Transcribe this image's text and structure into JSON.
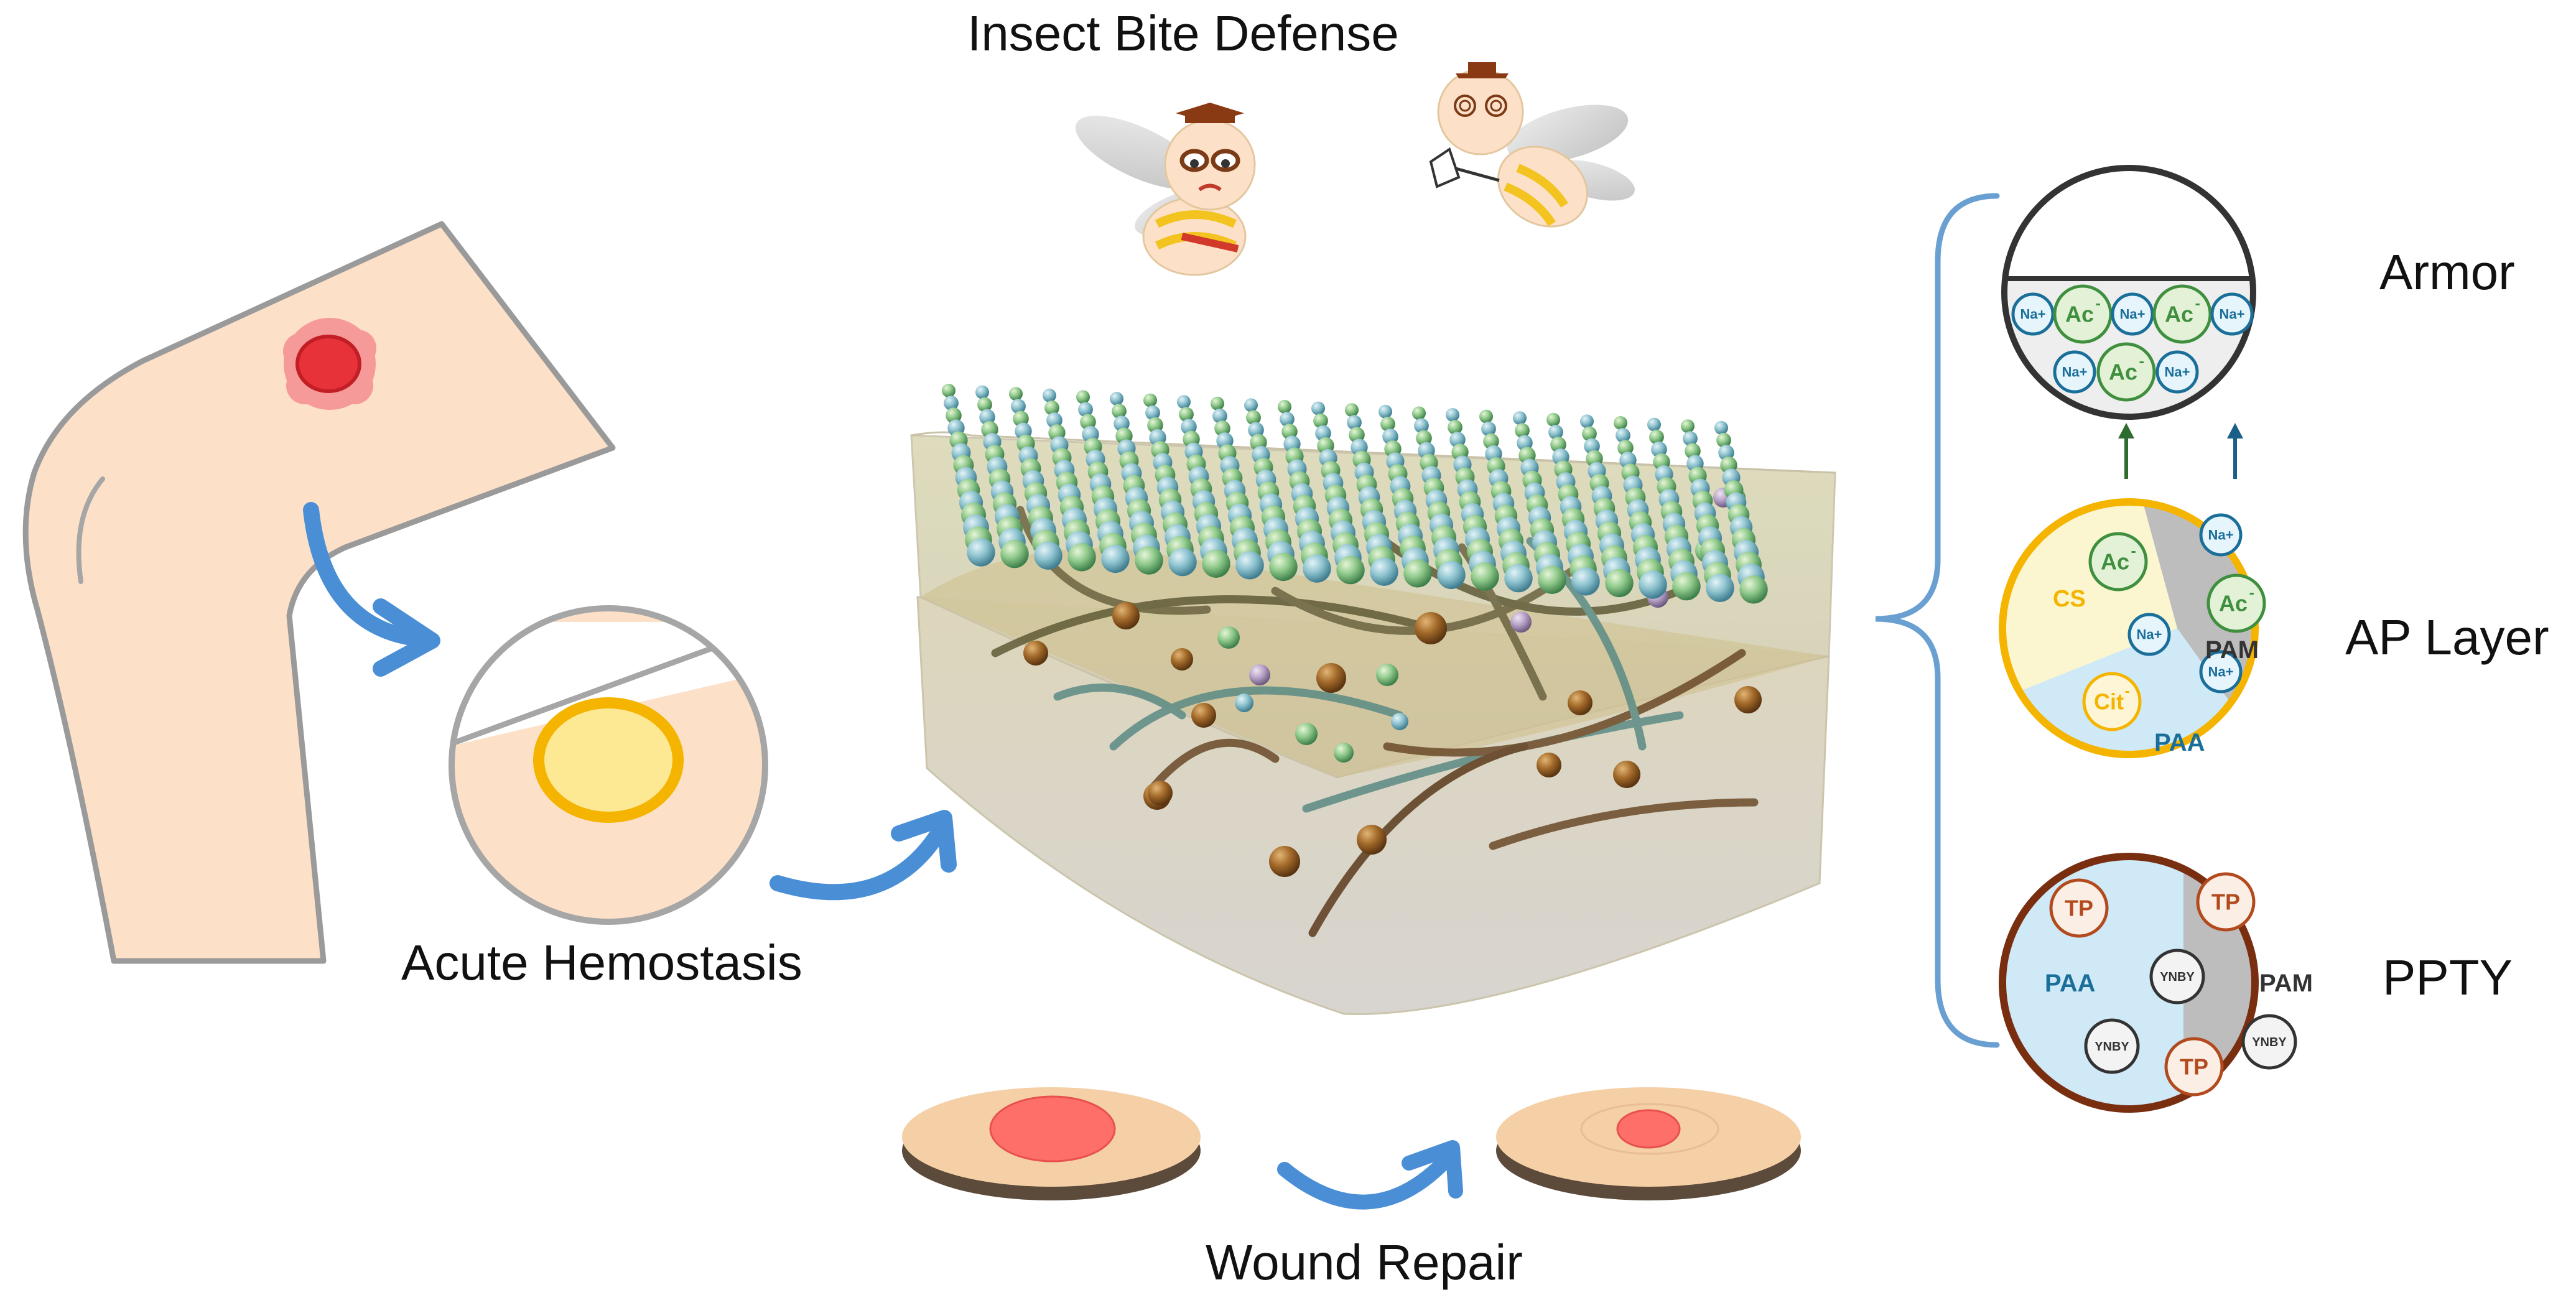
{
  "labels": {
    "insect_bite_defense": "Insect Bite Defense",
    "acute_hemostasis": "Acute Hemostasis",
    "wound_repair": "Wound Repair",
    "armor": "Armor",
    "ap_layer": "AP Layer",
    "ppty": "PPTY"
  },
  "armor_circle": {
    "ion_na": "Na+",
    "ion_ac": "Ac",
    "minus": "-"
  },
  "ap_circle": {
    "cs": "CS",
    "paa": "PAA",
    "pam": "PAM",
    "na": "Na+",
    "ac": "Ac",
    "cit": "Cit",
    "minus": "-"
  },
  "ppty_circle": {
    "paa": "PAA",
    "pam": "PAM",
    "tp": "TP",
    "ynby": "YNBY"
  },
  "colors": {
    "skin": "#fde0c8",
    "skin_outline": "#9a9a9a",
    "wound_red": "#e8323a",
    "blue_arrow": "#4a8fd6",
    "armor_outline": "#333333",
    "ap_outline": "#f4b400",
    "ppty_outline": "#7a2e10",
    "light_blue": "#cfe9f7",
    "light_yellow": "#fbf6cf",
    "gray_region": "#bdbdbd",
    "ion_green": "#3f8f3f",
    "ion_blue": "#1a6f9a",
    "tp_brown": "#b24a1e"
  }
}
